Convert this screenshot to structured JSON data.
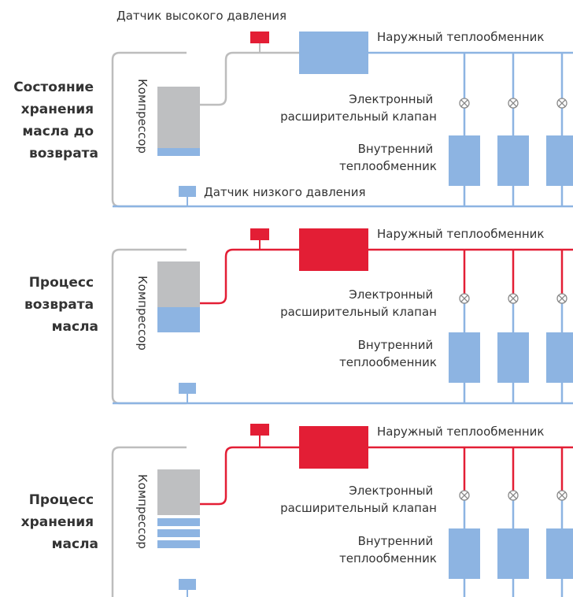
{
  "colors": {
    "blue": "#8db4e2",
    "blue_line": "#8db4e2",
    "red": "#e31e35",
    "gray": "#bebfc1",
    "gray_line": "#bdbdbd",
    "text": "#333333"
  },
  "labels": {
    "high_pressure_sensor": "Датчик высокого давления",
    "low_pressure_sensor": "Датчик низкого давления",
    "outdoor_hx": "Наружный теплообменник",
    "compressor": "Компрессор",
    "exv_line1": "Электронный",
    "exv_line2": "расширительный клапан",
    "indoor_line1": "Внутренний",
    "indoor_line2": "теплообменник"
  },
  "panels": [
    {
      "title_lines": [
        "Состояние",
        "хранения",
        "масла до",
        "возврата"
      ],
      "oil_state": "stored-before-return",
      "discharge_hot": false
    },
    {
      "title_lines": [
        "Процесс",
        "возврата",
        "масла"
      ],
      "oil_state": "returning",
      "discharge_hot": true
    },
    {
      "title_lines": [
        "Процесс",
        "хранения",
        "масла"
      ],
      "oil_state": "storing",
      "discharge_hot": true
    }
  ]
}
